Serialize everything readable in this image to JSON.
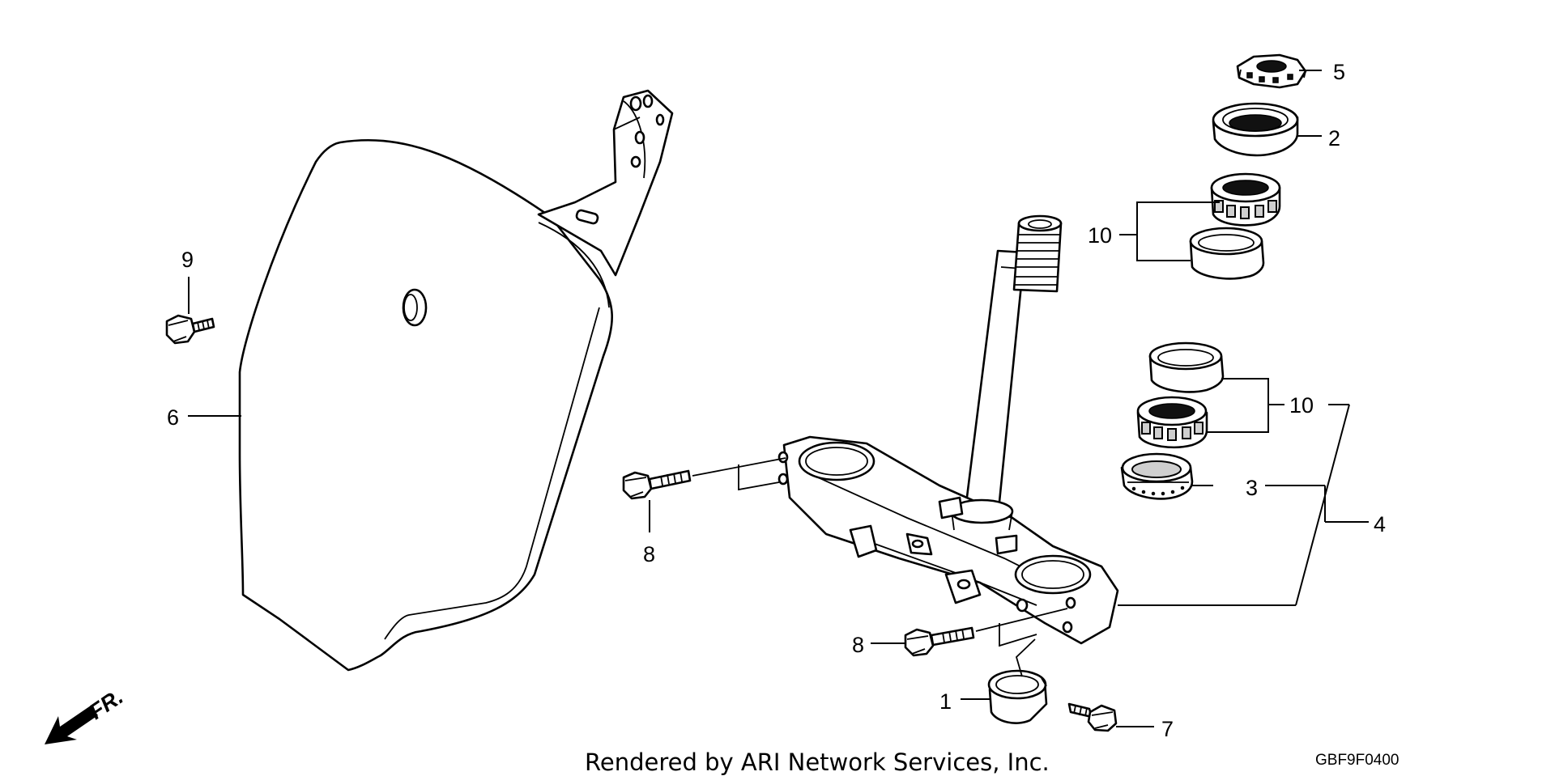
{
  "callouts": {
    "c1": "1",
    "c2": "2",
    "c3": "3",
    "c4": "4",
    "c5": "5",
    "c6": "6",
    "c7": "7",
    "c8a": "8",
    "c8b": "8",
    "c9": "9",
    "c10a": "10",
    "c10b": "10"
  },
  "direction_label": "FR.",
  "footer": {
    "credit": "Rendered by ARI Network Services, Inc.",
    "diagram_code": "GBF9F0400"
  }
}
